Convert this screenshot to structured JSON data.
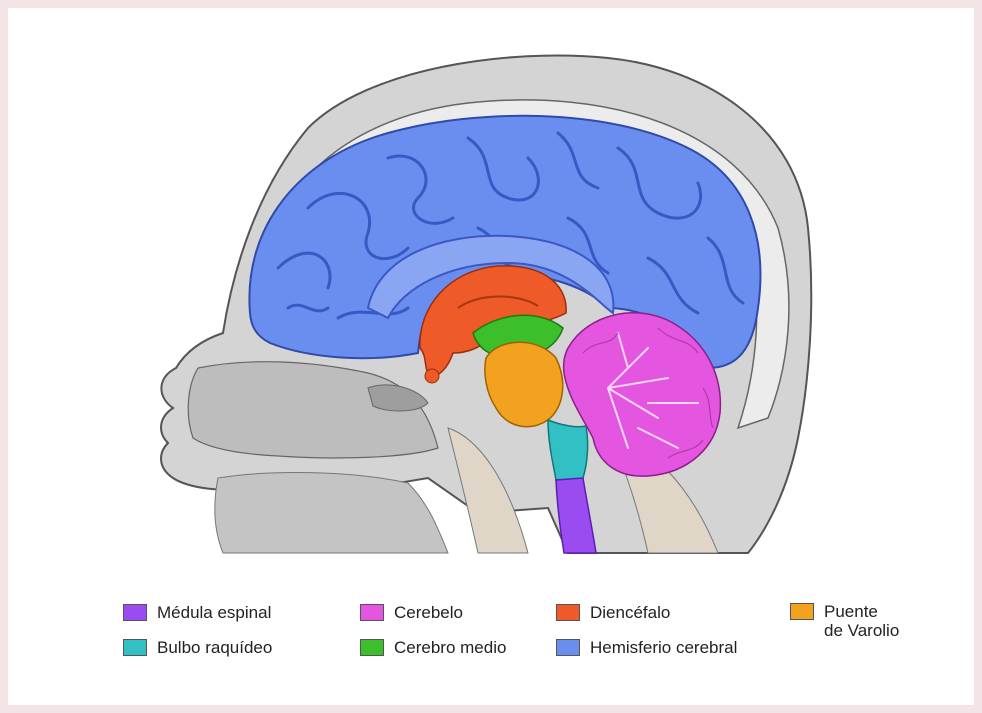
{
  "legend": [
    {
      "label": "Médula espinal",
      "color": "#9a4cf0"
    },
    {
      "label": "Bulbo raquídeo",
      "color": "#33c0c4"
    },
    {
      "label": "Cerebelo",
      "color": "#e455e0"
    },
    {
      "label": "Cerebro medio",
      "color": "#3cbf2a"
    },
    {
      "label": "Diencéfalo",
      "color": "#ee5a28"
    },
    {
      "label": "Hemisferio cerebral",
      "color": "#6a8ef0"
    },
    {
      "label": "Puente\nde Varolio",
      "color": "#f2a21e"
    }
  ],
  "colors": {
    "skin": "#cfcfcf",
    "skull": "#e6e6e6",
    "outline": "#555555",
    "hemisphere": "#6a8ef0",
    "gyri": "#4a6ad6",
    "diencephalon": "#ee5a28",
    "midbrain": "#3cbf2a",
    "pons": "#f2a21e",
    "medulla": "#33c0c4",
    "spinal_cord": "#9a4cf0",
    "cerebellum": "#e455e0"
  }
}
